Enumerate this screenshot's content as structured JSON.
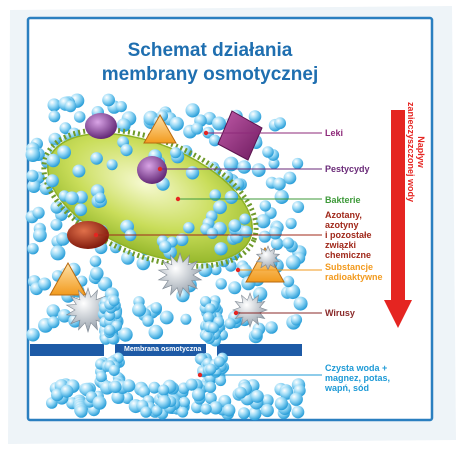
{
  "title": {
    "line1": "Schemat działania",
    "line2": "membrany osmotycznej"
  },
  "side_label": {
    "line1": "Napływ",
    "line2": "zanieczyszczonej wody"
  },
  "labels": {
    "leki": "Leki",
    "pestycydy": "Pestycydy",
    "bakterie": "Bakterie",
    "azotany": [
      "Azotany,",
      "azotyny",
      "i pozostałe",
      "związki",
      "chemiczne"
    ],
    "substancje": [
      "Substancje",
      "radioaktywne"
    ],
    "wirusy": "Wirusy",
    "membrane": "Membrana osmotyczna",
    "clean_water": [
      "Czysta woda +",
      "magnez, potas,",
      "wapń, sód"
    ]
  },
  "colors": {
    "title": "#1f6fb0",
    "frame": "#2a7fc0",
    "arrow": "#e52521",
    "membrane": "#1d5aa6",
    "bacteria": "#b5d236",
    "leki": "#8e2a7a",
    "pestycydy": "#6a2a78",
    "bakterie": "#3e9a3a",
    "azotany": "#a0281a",
    "substancje": "#f29a1e",
    "wirusy": "#8a2a2a",
    "clean_water": "#1e9ad6"
  }
}
